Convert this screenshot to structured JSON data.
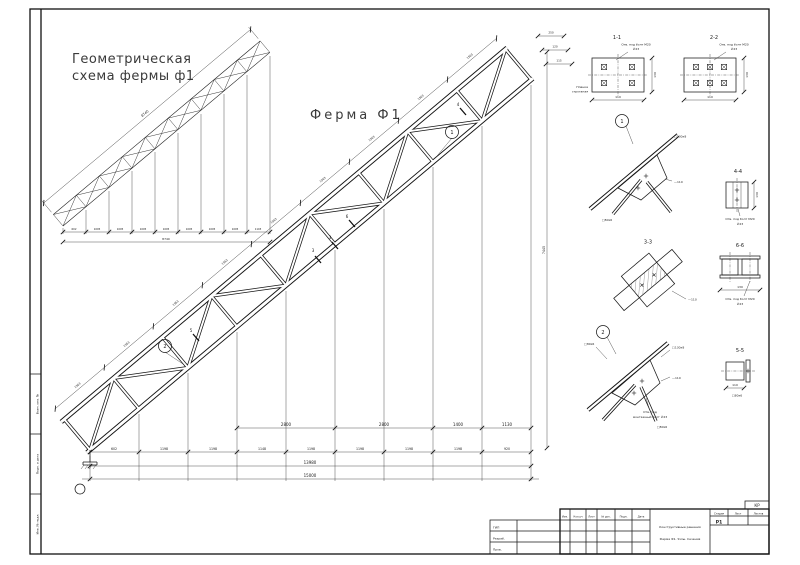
{
  "sheet": {
    "inset_title_1": "Геометрическая",
    "inset_title_2": "схема фермы ф1",
    "main_label": "Ферма Ф1"
  },
  "inset": {
    "top_total": "8740",
    "chain": [
      "602",
      "1005",
      "1005",
      "1005",
      "1005",
      "1005",
      "1005",
      "1005",
      "1103"
    ],
    "total": "8740"
  },
  "truss": {
    "slope_chain": [
      "1563",
      "1563",
      "1563",
      "1563",
      "1563",
      "1563",
      "1563",
      "1563",
      "1563"
    ],
    "end_dims": [
      "250",
      "120",
      "115"
    ],
    "height_dim": "7445",
    "row_a": [
      "2800",
      "2800",
      "1400",
      "1130"
    ],
    "row_b": [
      "602",
      "1198",
      "1198",
      "1148",
      "1198",
      "1198",
      "1198",
      "1198",
      "920"
    ],
    "total_1": "13980",
    "total_2": "15000",
    "cuts": [
      "3",
      "3",
      "6",
      "4",
      "5"
    ]
  },
  "details": {
    "d11": {
      "label": "1-1",
      "note1": "Отв. под болт М20",
      "note2": "∅23",
      "plank1": "Планка",
      "plank2": "строганая",
      "dim_w": "110",
      "dim_t": "130"
    },
    "d22": {
      "label": "2-2",
      "note1": "Отв. под болт М20",
      "note2": "∅23",
      "dim_w": "110",
      "dim_t": "130"
    },
    "n1": {
      "label": "1",
      "chord": "□130х8",
      "web": "□80х6",
      "gusset": "—110"
    },
    "d44": {
      "label": "4-4",
      "note1": "Отв. под болт М20",
      "note2": "∅23",
      "dim": "130"
    },
    "d33": {
      "label": "3-3",
      "gusset": "—110"
    },
    "d66": {
      "label": "6-6",
      "note1": "Отв. под болт М20",
      "note2": "∅23",
      "dim": "130"
    },
    "n2": {
      "label": "2",
      "chord": "□130х8",
      "web": "□80х6",
      "web2": "□80х6",
      "gusset": "—110",
      "note1": "Отв. под",
      "note2": "монтажный болт ∅23"
    },
    "d55": {
      "label": "5-5",
      "dim": "110",
      "profile": "□80х6"
    }
  },
  "titleblock": {
    "ch": [
      "Изм.",
      "Кол.уч",
      "Лист",
      "№ док.",
      "Подп.",
      "Дата"
    ],
    "left_rows": [
      "ГИП",
      "Разраб.",
      "Пров."
    ],
    "name1": "Конструктивные решения",
    "name2": "Ферма Ф1. Узлы. Сечения",
    "stage_h": [
      "Стадия",
      "Лист",
      "Листов"
    ],
    "stage": "Р1",
    "corner": "КР"
  },
  "margin": [
    "Инв. № подл.",
    "Подп. и дата",
    "Взам. инв. №"
  ]
}
